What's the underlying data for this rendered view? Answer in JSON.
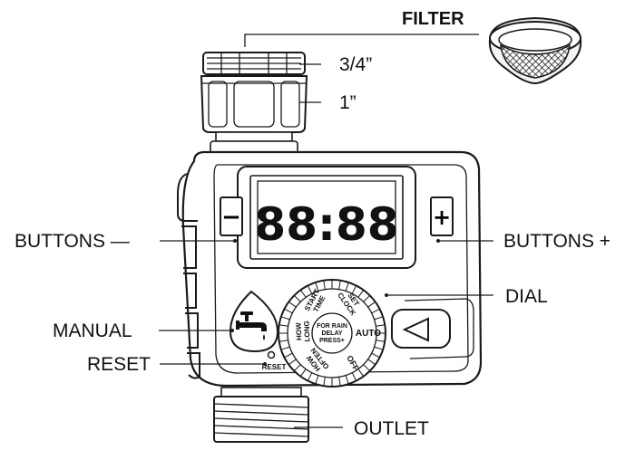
{
  "callouts": {
    "filter": "FILTER",
    "size_three_quarter": "3/4”",
    "size_one_inch": "1”",
    "buttons_minus": "BUTTONS —",
    "buttons_plus": "BUTTONS +",
    "dial": "DIAL",
    "manual": "MANUAL",
    "reset": "RESET",
    "outlet": "OUTLET"
  },
  "device": {
    "lcd_digits": "88:88",
    "minus_key": "−",
    "plus_key": "+",
    "reset_label": "RESET",
    "dial": {
      "center_lines": [
        "FOR RAIN",
        "DELAY",
        "PRESS+"
      ],
      "set_clock": [
        "SET",
        "CLOCK"
      ],
      "start_time": [
        "START",
        "TIME"
      ],
      "how_long": [
        "HOW",
        "LONG"
      ],
      "how_often": [
        "HOW",
        "OFTEN"
      ],
      "off": "OFF",
      "auto": "AUTO"
    }
  }
}
